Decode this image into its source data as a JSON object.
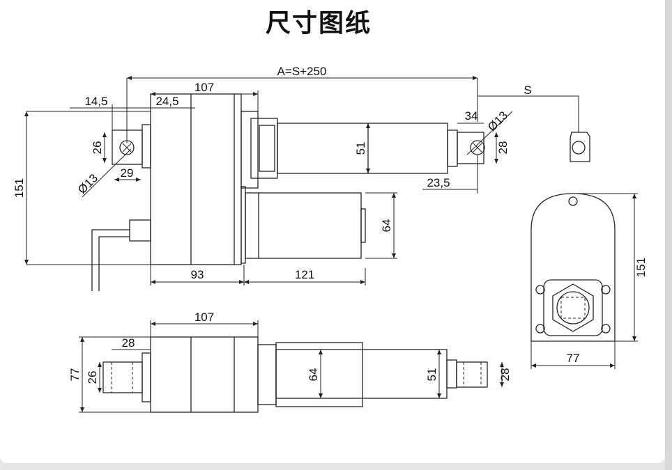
{
  "title": "尺寸图纸",
  "dims": {
    "overall": "A=S+250",
    "stroke": "S",
    "motor_len_top": "107",
    "offset_a": "14,5",
    "offset_b": "24,5",
    "rear_hole_h": "26",
    "rear_hole_dia": "Ø13",
    "rear_clevis_w": "29",
    "height": "151",
    "tube_h": "51",
    "front_w": "34",
    "front_hole_dia": "Ø13",
    "front_clevis_h": "28",
    "front_end": "23,5",
    "motor_dia": "64",
    "gearbox_w": "93",
    "motor_w": "121",
    "side_height": "151",
    "side_width": "77",
    "b_motor_len": "107",
    "b_height": "77",
    "b_rear_h": "26",
    "b_rear_w": "28",
    "b_gear_h": "64",
    "b_tube_h": "51",
    "b_front_h": "28"
  }
}
